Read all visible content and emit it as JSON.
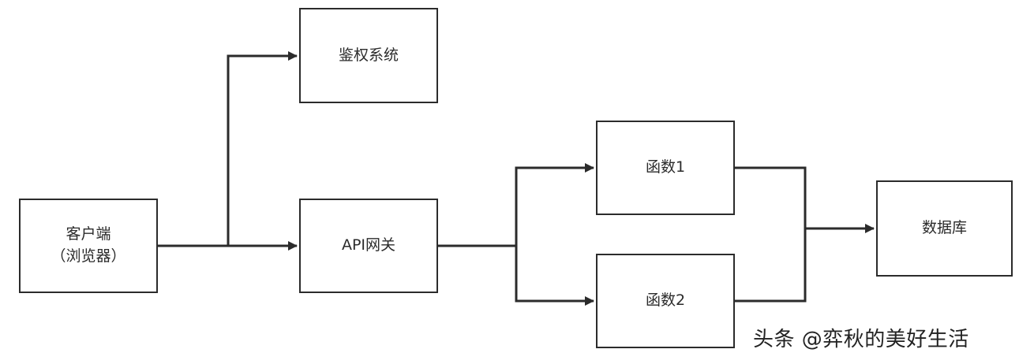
{
  "nodes": {
    "client": {
      "line1": "客户端",
      "line2": "（浏览器）"
    },
    "auth": {
      "label": "鉴权系统"
    },
    "gateway": {
      "label": "API网关"
    },
    "func1": {
      "label": "函数1"
    },
    "func2": {
      "label": "函数2"
    },
    "database": {
      "label": "数据库"
    }
  },
  "edges": [
    {
      "from": "client",
      "to": "auth"
    },
    {
      "from": "client",
      "to": "gateway"
    },
    {
      "from": "gateway",
      "to": "func1"
    },
    {
      "from": "gateway",
      "to": "func2"
    },
    {
      "from": "func1",
      "to": "database"
    },
    {
      "from": "func2",
      "to": "database"
    }
  ],
  "watermark": {
    "text": "头条 @弈秋的美好生活"
  }
}
